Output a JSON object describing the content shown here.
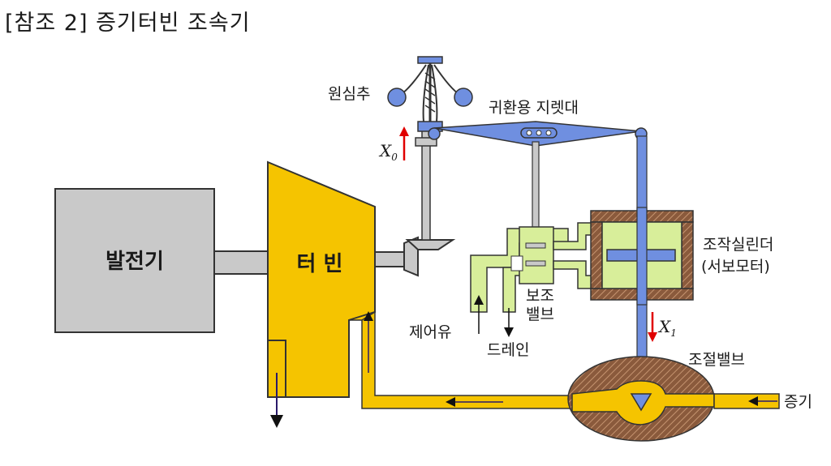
{
  "title": "[참조 2] 증기터빈 조속기",
  "labels": {
    "governor_weight": "원심추",
    "feedback_lever": "귀환용 지렛대",
    "generator": "발전기",
    "turbine": "터 빈",
    "operating_cylinder": "조작실린더",
    "servo_motor": "(서보모터)",
    "pilot_valve_1": "보조",
    "pilot_valve_2": "밸브",
    "control_oil": "제어유",
    "drain": "드레인",
    "control_valve": "조절밸브",
    "steam": "증기",
    "x0": "X",
    "x0_sub": "0",
    "x1": "X",
    "x1_sub": "1"
  },
  "colors": {
    "turbine_yellow": "#f5c400",
    "steam_pipe": "#f5c400",
    "lever_blue": "#6f8fe0",
    "oil_green": "#d8ee9a",
    "generator_gray": "#c9c9c9",
    "valve_brown": "#8a5a3c",
    "arrow_red": "#e00000"
  }
}
